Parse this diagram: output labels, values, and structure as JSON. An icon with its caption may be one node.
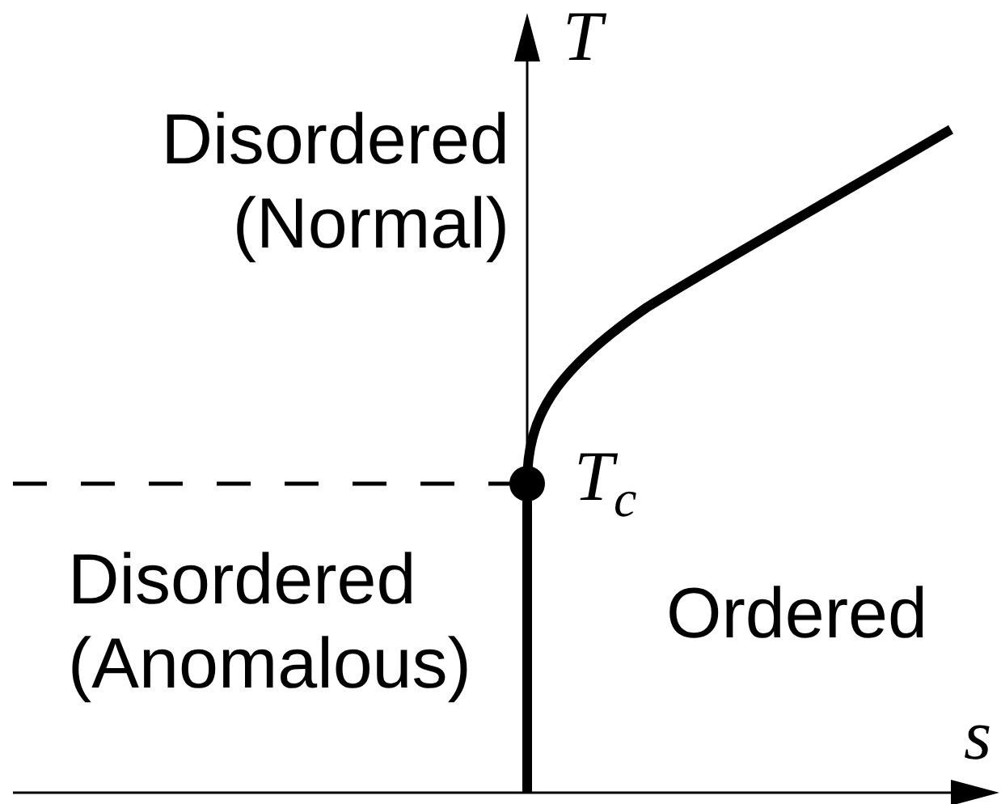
{
  "diagram": {
    "labels": [
      "T",
      "Disordered (Normal)",
      "T$_{c}$",
      "Disordered (Anomalous)",
      "Ordered",
      "s"
    ]
  }
}
